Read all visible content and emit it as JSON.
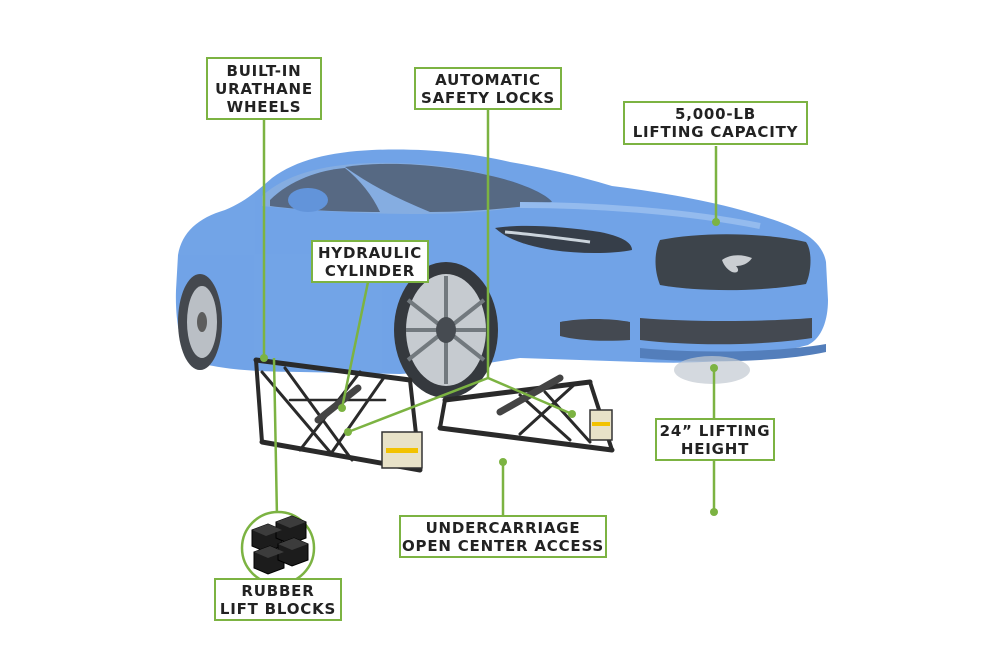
{
  "colors": {
    "accent": "#7cb342",
    "car_body": "#6a9fe6",
    "lift_frame": "#2a2a2a",
    "label_text": "#222222"
  },
  "callouts": {
    "wheels": {
      "line1": "BUILT-IN",
      "line2": "URATHANE",
      "line3": "WHEELS"
    },
    "safety_locks": {
      "line1": "AUTOMATIC",
      "line2": "SAFETY LOCKS"
    },
    "capacity": {
      "line1": "5,000-LB",
      "line2": "LIFTING CAPACITY"
    },
    "cylinder": {
      "line1": "HYDRAULIC",
      "line2": "CYLINDER"
    },
    "height": {
      "line1": "24” LIFTING",
      "line2": "HEIGHT"
    },
    "undercarriage": {
      "line1": "UNDERCARRIAGE",
      "line2": "OPEN CENTER ACCESS"
    },
    "blocks": {
      "line1": "RUBBER",
      "line2": "LIFT BLOCKS"
    }
  },
  "icons": [
    "car-illustration",
    "lift-frame",
    "rubber-block-icon"
  ]
}
